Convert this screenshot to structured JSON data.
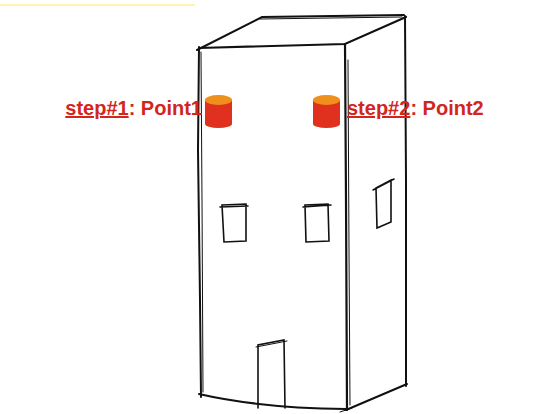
{
  "diagram": {
    "labels": [
      "step#1",
      ": Point1",
      "step#2",
      ": Point2"
    ]
  }
}
